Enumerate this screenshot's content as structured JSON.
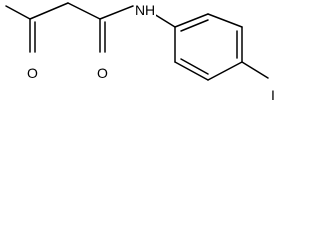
{
  "molecule": {
    "atoms": {
      "oxygen_ketone": "O",
      "oxygen_amide": "O",
      "nitrogen": "N",
      "hydrogen": "H",
      "iodine": "I"
    },
    "colors": {
      "bond": "#000000",
      "label": "#000000",
      "background": "#ffffff"
    }
  }
}
